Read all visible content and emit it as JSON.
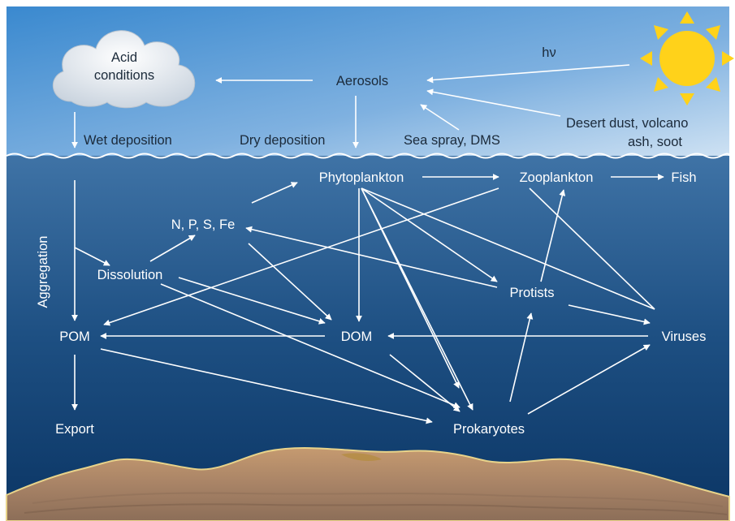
{
  "atmosphere": {
    "cloud": {
      "line1": "Acid",
      "line2": "conditions"
    },
    "aerosols": "Aerosols",
    "sunlight": "hν",
    "wet_deposition": "Wet deposition",
    "dry_deposition": "Dry deposition",
    "sea_spray": "Sea spray, DMS",
    "desert_dust_line1": "Desert dust, volcano",
    "desert_dust_line2": "ash, soot"
  },
  "ocean": {
    "phytoplankton": "Phytoplankton",
    "zooplankton": "Zooplankton",
    "fish": "Fish",
    "nutrients": "N, P, S, Fe",
    "aggregation": "Aggregation",
    "dissolution": "Dissolution",
    "protists": "Protists",
    "pom": "POM",
    "dom": "DOM",
    "viruses": "Viruses",
    "export": "Export",
    "prokaryotes": "Prokaryotes"
  },
  "colors": {
    "sky_top": "#3f8fd2",
    "sky_bottom": "#bcd7ef",
    "ocean_top": "#3a6fa3",
    "ocean_bottom": "#0c3766",
    "sun": "#ffd21a",
    "seafloor": "#b08a6a"
  }
}
